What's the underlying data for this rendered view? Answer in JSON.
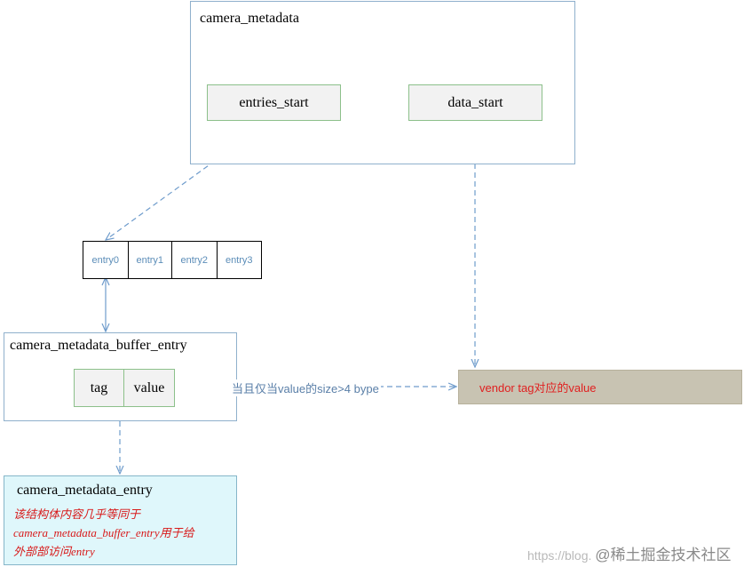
{
  "camera_metadata": {
    "title": "camera_metadata",
    "entries_start": "entries_start",
    "data_start": "data_start"
  },
  "entries": [
    "entry0",
    "entry1",
    "entry2",
    "entry3"
  ],
  "buffer_entry": {
    "title": "camera_metadata_buffer_entry",
    "tag": "tag",
    "value": "value"
  },
  "condition_label": "当且仅当value的size>4 bype",
  "vendor_value": "vendor tag对应的value",
  "metadata_entry": {
    "title": "camera_metadata_entry",
    "description_lines": [
      "该结构体内容几乎等同于",
      "camera_metadata_buffer_entry用于给",
      "外部部访问entry"
    ]
  },
  "watermark": {
    "url": "https://blog.",
    "site": "@稀土掘金技术社区"
  },
  "colors": {
    "connector": "#6f9ccc",
    "accent_red": "#d81a1a",
    "vendor_bg": "#c8c3b2",
    "entry_box_bg": "#dff7fb"
  }
}
